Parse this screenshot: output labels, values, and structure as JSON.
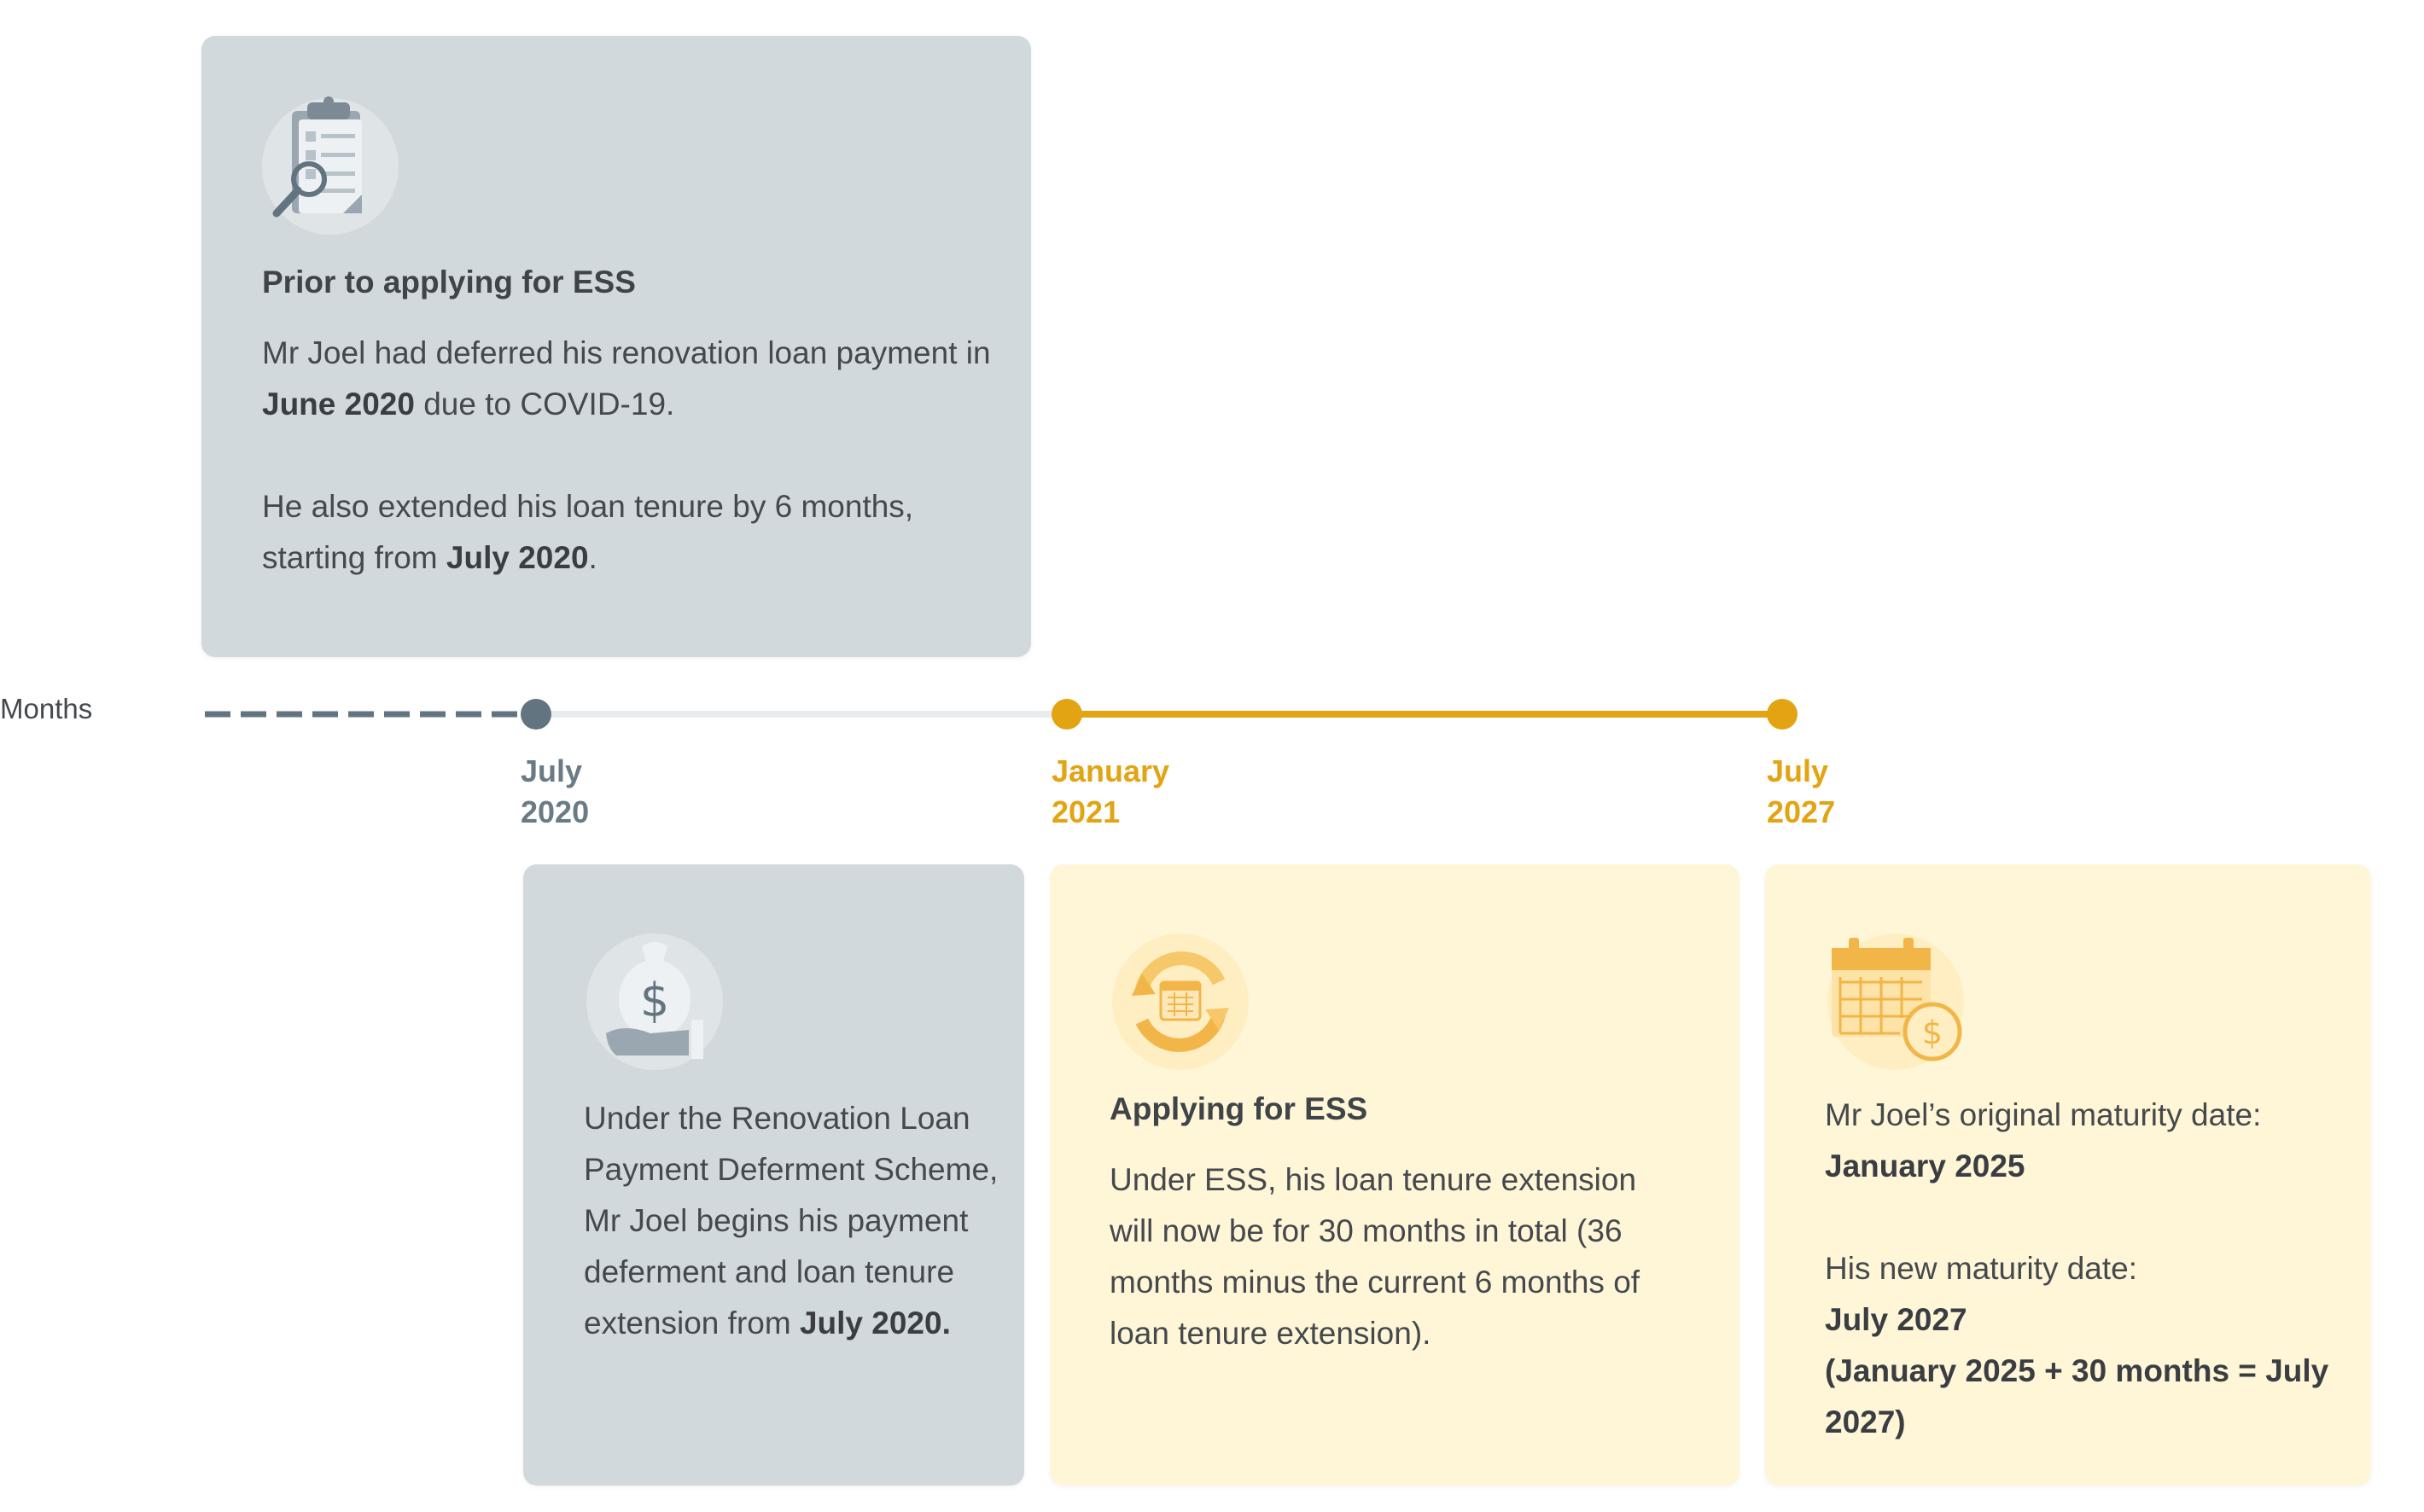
{
  "axis": {
    "label": "Months"
  },
  "colors": {
    "past": "#627480",
    "future": "#e3a414",
    "track": "#e8ecee",
    "card_grey": "#d2d9dd",
    "card_yellow": "#fff6d8"
  },
  "timeline": {
    "points": [
      {
        "month": "July",
        "year": "2020",
        "status": "past"
      },
      {
        "month": "January",
        "year": "2021",
        "status": "future"
      },
      {
        "month": "July",
        "year": "2027",
        "status": "future"
      }
    ]
  },
  "cards": {
    "prior": {
      "icon": "clipboard-checklist-icon",
      "title": "Prior to applying for ESS",
      "p1_a": "Mr Joel had deferred his renovation loan payment in ",
      "p1_b": "June 2020",
      "p1_c": " due to COVID-19.",
      "p2_a": "He also extended his loan tenure by 6 months, starting from ",
      "p2_b": "July 2020",
      "p2_c": "."
    },
    "deferment": {
      "icon": "money-bag-hand-icon",
      "p1_a": "Under the Renovation Loan Payment Deferment Scheme, Mr Joel begins his payment deferment and loan tenure extension from ",
      "p1_b": "July 2020."
    },
    "applying": {
      "icon": "calendar-cycle-icon",
      "title": "Applying for ESS",
      "p1": "Under ESS, his loan tenure extension will now be for 30 months in total (36 months minus the current 6 months of loan tenure extension)."
    },
    "maturity": {
      "icon": "calendar-dollar-icon",
      "p1": "Mr Joel’s original maturity date:",
      "p1_b": "January 2025",
      "p2": "His new maturity date:",
      "p2_b": "July 2027",
      "p2_c": "(January 2025 + 30 months = July 2027)"
    }
  }
}
